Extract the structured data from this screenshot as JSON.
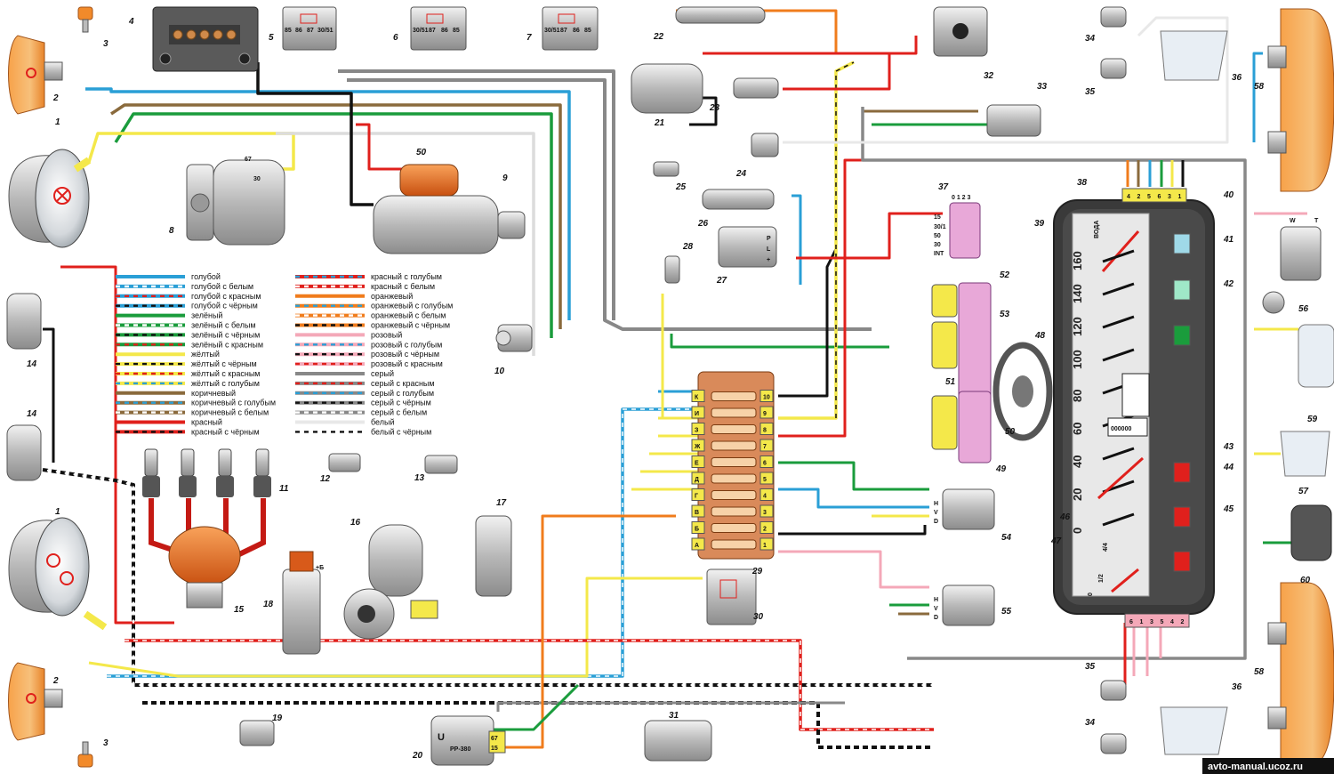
{
  "colors": {
    "blue": "#2a9fd6",
    "green": "#1a9c3c",
    "yellow": "#f4e84a",
    "brown": "#8a6a3c",
    "red": "#e0201c",
    "orange": "#f07c1c",
    "pink": "#f4a8b8",
    "grey": "#888888",
    "white": "#e8e8e8",
    "black": "#111111"
  },
  "legend_left": [
    {
      "label": "голубой",
      "base": "#2a9fd6",
      "stripe": ""
    },
    {
      "label": "голубой с белым",
      "base": "#2a9fd6",
      "stripe": "#ffffff"
    },
    {
      "label": "голубой с красным",
      "base": "#2a9fd6",
      "stripe": "#e0201c"
    },
    {
      "label": "голубой с чёрным",
      "base": "#2a9fd6",
      "stripe": "#111111"
    },
    {
      "label": "зелёный",
      "base": "#1a9c3c",
      "stripe": ""
    },
    {
      "label": "зелёный с белым",
      "base": "#1a9c3c",
      "stripe": "#ffffff"
    },
    {
      "label": "зелёный с чёрным",
      "base": "#1a9c3c",
      "stripe": "#111111"
    },
    {
      "label": "зелёный с красным",
      "base": "#1a9c3c",
      "stripe": "#e0201c"
    },
    {
      "label": "жёлтый",
      "base": "#f4e84a",
      "stripe": ""
    },
    {
      "label": "жёлтый с чёрным",
      "base": "#f4e84a",
      "stripe": "#111111"
    },
    {
      "label": "жёлтый с красным",
      "base": "#f4e84a",
      "stripe": "#e0201c"
    },
    {
      "label": "жёлтый с голубым",
      "base": "#f4e84a",
      "stripe": "#2a9fd6"
    },
    {
      "label": "коричневый",
      "base": "#8a6a3c",
      "stripe": ""
    },
    {
      "label": "коричневый с голубым",
      "base": "#8a6a3c",
      "stripe": "#2a9fd6"
    },
    {
      "label": "коричневый с белым",
      "base": "#8a6a3c",
      "stripe": "#ffffff"
    },
    {
      "label": "красный",
      "base": "#e0201c",
      "stripe": ""
    },
    {
      "label": "красный с чёрным",
      "base": "#e0201c",
      "stripe": "#111111"
    }
  ],
  "legend_right": [
    {
      "label": "красный с голубым",
      "base": "#e0201c",
      "stripe": "#2a9fd6"
    },
    {
      "label": "красный с белым",
      "base": "#e0201c",
      "stripe": "#ffffff"
    },
    {
      "label": "оранжевый",
      "base": "#f07c1c",
      "stripe": ""
    },
    {
      "label": "оранжевый с голубым",
      "base": "#f07c1c",
      "stripe": "#2a9fd6"
    },
    {
      "label": "оранжевый с белым",
      "base": "#f07c1c",
      "stripe": "#ffffff"
    },
    {
      "label": "оранжевый с чёрным",
      "base": "#f07c1c",
      "stripe": "#111111"
    },
    {
      "label": "розовый",
      "base": "#f4a8b8",
      "stripe": ""
    },
    {
      "label": "розовый с голубым",
      "base": "#f4a8b8",
      "stripe": "#2a9fd6"
    },
    {
      "label": "розовый с чёрным",
      "base": "#f4a8b8",
      "stripe": "#111111"
    },
    {
      "label": "розовый с красным",
      "base": "#f4a8b8",
      "stripe": "#e0201c"
    },
    {
      "label": "серый",
      "base": "#888888",
      "stripe": ""
    },
    {
      "label": "серый с красным",
      "base": "#888888",
      "stripe": "#e0201c"
    },
    {
      "label": "серый с голубым",
      "base": "#888888",
      "stripe": "#2a9fd6"
    },
    {
      "label": "серый с чёрным",
      "base": "#888888",
      "stripe": "#111111"
    },
    {
      "label": "серый с белым",
      "base": "#888888",
      "stripe": "#ffffff"
    },
    {
      "label": "белый",
      "base": "#e8e8e8",
      "stripe": ""
    },
    {
      "label": "белый с чёрным",
      "base": "#ffffff",
      "stripe": "#111111"
    }
  ],
  "component_numbers": [
    "1",
    "2",
    "3",
    "4",
    "5",
    "6",
    "7",
    "8",
    "9",
    "10",
    "11",
    "12",
    "13",
    "14",
    "15",
    "16",
    "17",
    "18",
    "19",
    "20",
    "21",
    "22",
    "23",
    "24",
    "25",
    "26",
    "27",
    "28",
    "29",
    "30",
    "31",
    "32",
    "33",
    "34",
    "35",
    "36",
    "37",
    "38",
    "39",
    "40",
    "41",
    "42",
    "43",
    "44",
    "45",
    "46",
    "47",
    "48",
    "49",
    "50",
    "51",
    "52",
    "53",
    "54",
    "55",
    "56",
    "57",
    "58",
    "59",
    "60",
    "67"
  ],
  "relay_terminals": [
    "85",
    "86",
    "87",
    "30/51",
    "30/51",
    "87",
    "86",
    "85",
    "30/51",
    "87",
    "86",
    "85"
  ],
  "generator_terminals": [
    "67",
    "30"
  ],
  "regulator": {
    "model": "PP-380",
    "terminals": [
      "67",
      "15"
    ],
    "logo": "U"
  },
  "ignition_coil_label": "+Б",
  "ignition_switch_terminals": [
    "15",
    "30/1",
    "50",
    "30",
    "INT"
  ],
  "ignition_switch_positions": "0 1 2 3",
  "sensor_terminals": [
    "P",
    "L",
    "+"
  ],
  "fuse_letters": [
    "А",
    "Б",
    "В",
    "Г",
    "Д",
    "Е",
    "Ж",
    "З",
    "И",
    "К"
  ],
  "fuse_numbers": [
    "1",
    "2",
    "3",
    "4",
    "5",
    "6",
    "7",
    "8",
    "9",
    "10"
  ],
  "switch_terminals": [
    "H",
    "V",
    "D"
  ],
  "wiper_switch_terminals": [
    "W",
    "T"
  ],
  "cluster": {
    "speed_ticks": [
      "0",
      "20",
      "40",
      "60",
      "80",
      "100",
      "120",
      "140",
      "160"
    ],
    "odometer": "000000",
    "temp_label": "ВОДА",
    "fuel_marks": [
      "0",
      "1/2",
      "4/4"
    ],
    "connector_top": [
      "4",
      "2",
      "5",
      "6",
      "3",
      "1"
    ],
    "connector_bottom": [
      "6",
      "1",
      "3",
      "5",
      "4",
      "2"
    ]
  },
  "watermark": "avto-manual.ucoz.ru"
}
